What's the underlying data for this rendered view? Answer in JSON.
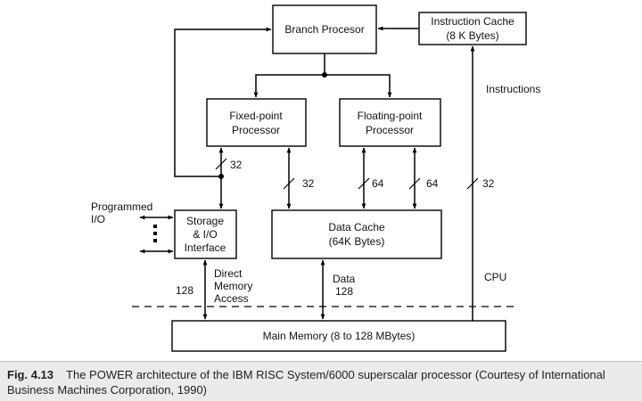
{
  "colors": {
    "ink": "#000000",
    "caption_bg": "#e9ebec"
  },
  "blocks": {
    "branch_processor": "Branch Procesor",
    "instruction_cache": [
      "Instruction Cache",
      "(8 K Bytes)"
    ],
    "fixed_point": [
      "Fixed-point",
      "Processor"
    ],
    "floating_point": [
      "Floating-point",
      "Processor"
    ],
    "storage_io": [
      "Storage",
      "& I/O",
      "Interface"
    ],
    "data_cache": [
      "Data Cache",
      "(64K Bytes)"
    ],
    "main_memory": "Main Memory (8 to 128 MBytes)"
  },
  "labels": {
    "instructions": "Instructions",
    "cpu": "CPU",
    "programmed_io": [
      "Programmed",
      "I/O"
    ],
    "direct_memory_access": [
      "Direct",
      "Memory",
      "Access"
    ],
    "data": "Data",
    "width_fixed_storage": "32",
    "width_fixed_cache": "32",
    "width_float_left": "64",
    "width_float_right": "64",
    "width_icache": "32",
    "width_dma": "128",
    "width_data": "128"
  },
  "caption": {
    "label": "Fig. 4.13",
    "text": "The POWER architecture of the IBM RISC System/6000 superscalar processor (Courtesy of International Business Machines Corporation, 1990)"
  }
}
